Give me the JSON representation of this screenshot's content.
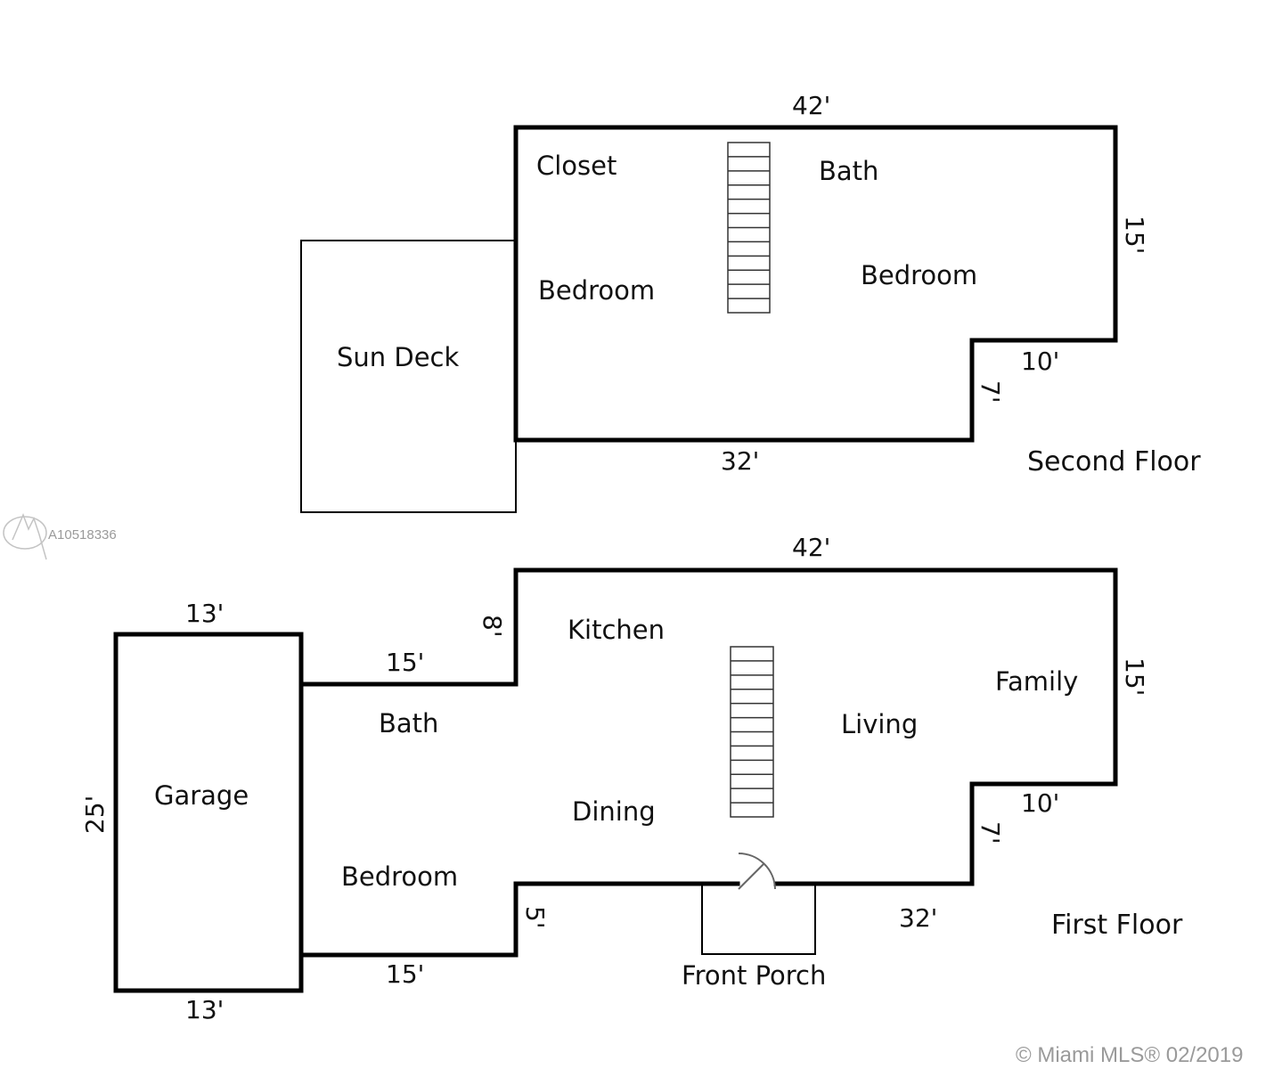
{
  "second_floor": {
    "label": "Second Floor",
    "rooms": {
      "closet": "Closet",
      "bath": "Bath",
      "bedroom_left": "Bedroom",
      "bedroom_right": "Bedroom",
      "sun_deck": "Sun Deck"
    },
    "dimensions": {
      "top": "42'",
      "right": "15'",
      "notch_top": "10'",
      "notch_side": "7'",
      "bottom": "32'"
    },
    "stair_treads": 12
  },
  "first_floor": {
    "label": "First Floor",
    "rooms": {
      "kitchen": "Kitchen",
      "family": "Family",
      "living": "Living",
      "bath": "Bath",
      "dining": "Dining",
      "bedroom": "Bedroom",
      "garage": "Garage",
      "front_porch": "Front Porch"
    },
    "dimensions": {
      "top": "42'",
      "right": "15'",
      "notch_top": "10'",
      "notch_side": "7'",
      "bottom_right": "32'",
      "upper_step": "8'",
      "upper_left": "15'",
      "lower_left": "15'",
      "lower_step": "5'",
      "garage_top": "13'",
      "garage_bottom": "13'",
      "garage_side": "25'"
    },
    "stair_treads": 12
  },
  "watermark": {
    "listing_id": "A10518336",
    "copyright": "© Miami MLS® 02/2019"
  }
}
